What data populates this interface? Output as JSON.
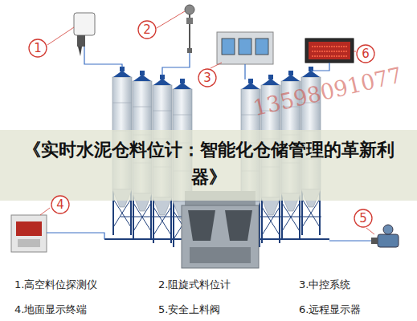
{
  "diagram": {
    "title": "《实时水泥仓料位计：智能化仓储管理的革新利器》",
    "nodes": [
      {
        "text": [
          "1"
        ]
      },
      {
        "text": [
          "2"
        ]
      },
      {
        "text": [
          "3"
        ]
      },
      {
        "text": [
          "6"
        ]
      },
      {
        "text": [
          "4"
        ]
      },
      {
        "text": [
          "5"
        ]
      }
    ],
    "labels": [
      "1.高空料位探测仪",
      "2.阻旋式料位计",
      "3.中控系统",
      "4.地面显示终端",
      "5.安全上料阀",
      "6.远程显示器",
      "13598091077"
    ]
  }
}
